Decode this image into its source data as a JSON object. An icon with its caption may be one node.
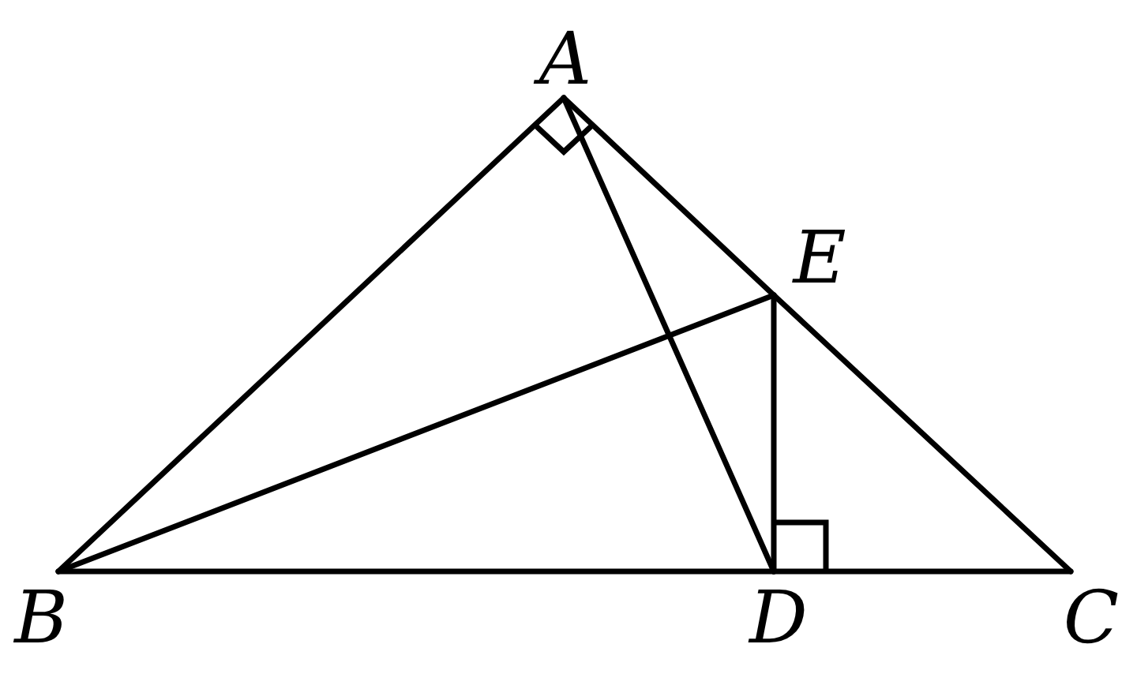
{
  "diagram": {
    "nodes": [
      {
        "text": [
          "A"
        ]
      },
      {
        "text": [
          "E"
        ]
      },
      {
        "text": [
          "B"
        ]
      },
      {
        "text": [
          "D"
        ]
      },
      {
        "text": [
          "C"
        ]
      }
    ],
    "edges": [
      {
        "from": 0,
        "to": 2,
        "arrow": "none"
      },
      {
        "from": 0,
        "to": 1,
        "arrow": "none"
      },
      {
        "from": 1,
        "to": 4,
        "arrow": "none"
      },
      {
        "from": 2,
        "to": 3,
        "arrow": "none"
      },
      {
        "from": 3,
        "to": 4,
        "arrow": "none"
      },
      {
        "from": 0,
        "to": 3,
        "arrow": "none"
      },
      {
        "from": 2,
        "to": 1,
        "arrow": "none"
      },
      {
        "from": 1,
        "to": 3,
        "arrow": "none"
      }
    ]
  }
}
